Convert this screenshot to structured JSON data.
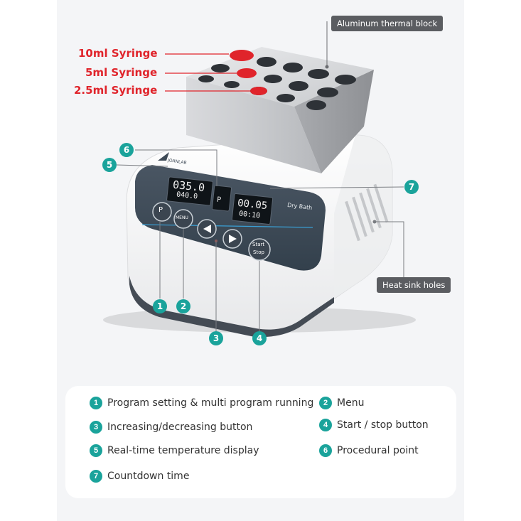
{
  "callouts": {
    "syringe_10ml": "10ml Syringe",
    "syringe_5ml": "5ml Syringe",
    "syringe_2_5ml": "2.5ml Syringe",
    "aluminum_block": "Aluminum thermal block",
    "heat_sink": "Heat sink holes"
  },
  "device": {
    "brand": "JOANLAB",
    "panel_label": "Dry Bath",
    "display_temp_1": "035.0",
    "display_temp_2": "040.0",
    "display_program": "P",
    "display_time_1": "00.05",
    "display_time_2": "00:10",
    "button_p": "P",
    "button_menu": "MENU",
    "button_start_top": "Start",
    "button_start_bottom": "Stop"
  },
  "badges": [
    "1",
    "2",
    "3",
    "4",
    "5",
    "6",
    "7"
  ],
  "legend": {
    "items": [
      {
        "num": "1",
        "text": "Program setting & multi program running"
      },
      {
        "num": "2",
        "text": "Menu"
      },
      {
        "num": "3",
        "text": "Increasing/decreasing button"
      },
      {
        "num": "4",
        "text": "Start / stop button"
      },
      {
        "num": "5",
        "text": "Real-time temperature display"
      },
      {
        "num": "6",
        "text": "Procedural point"
      },
      {
        "num": "7",
        "text": "Countdown time"
      }
    ]
  },
  "colors": {
    "accent_teal": "#1aa39b",
    "callout_red": "#e0242b",
    "panel_dark": "#3e4a57",
    "tag_gray": "#5b5d61"
  }
}
